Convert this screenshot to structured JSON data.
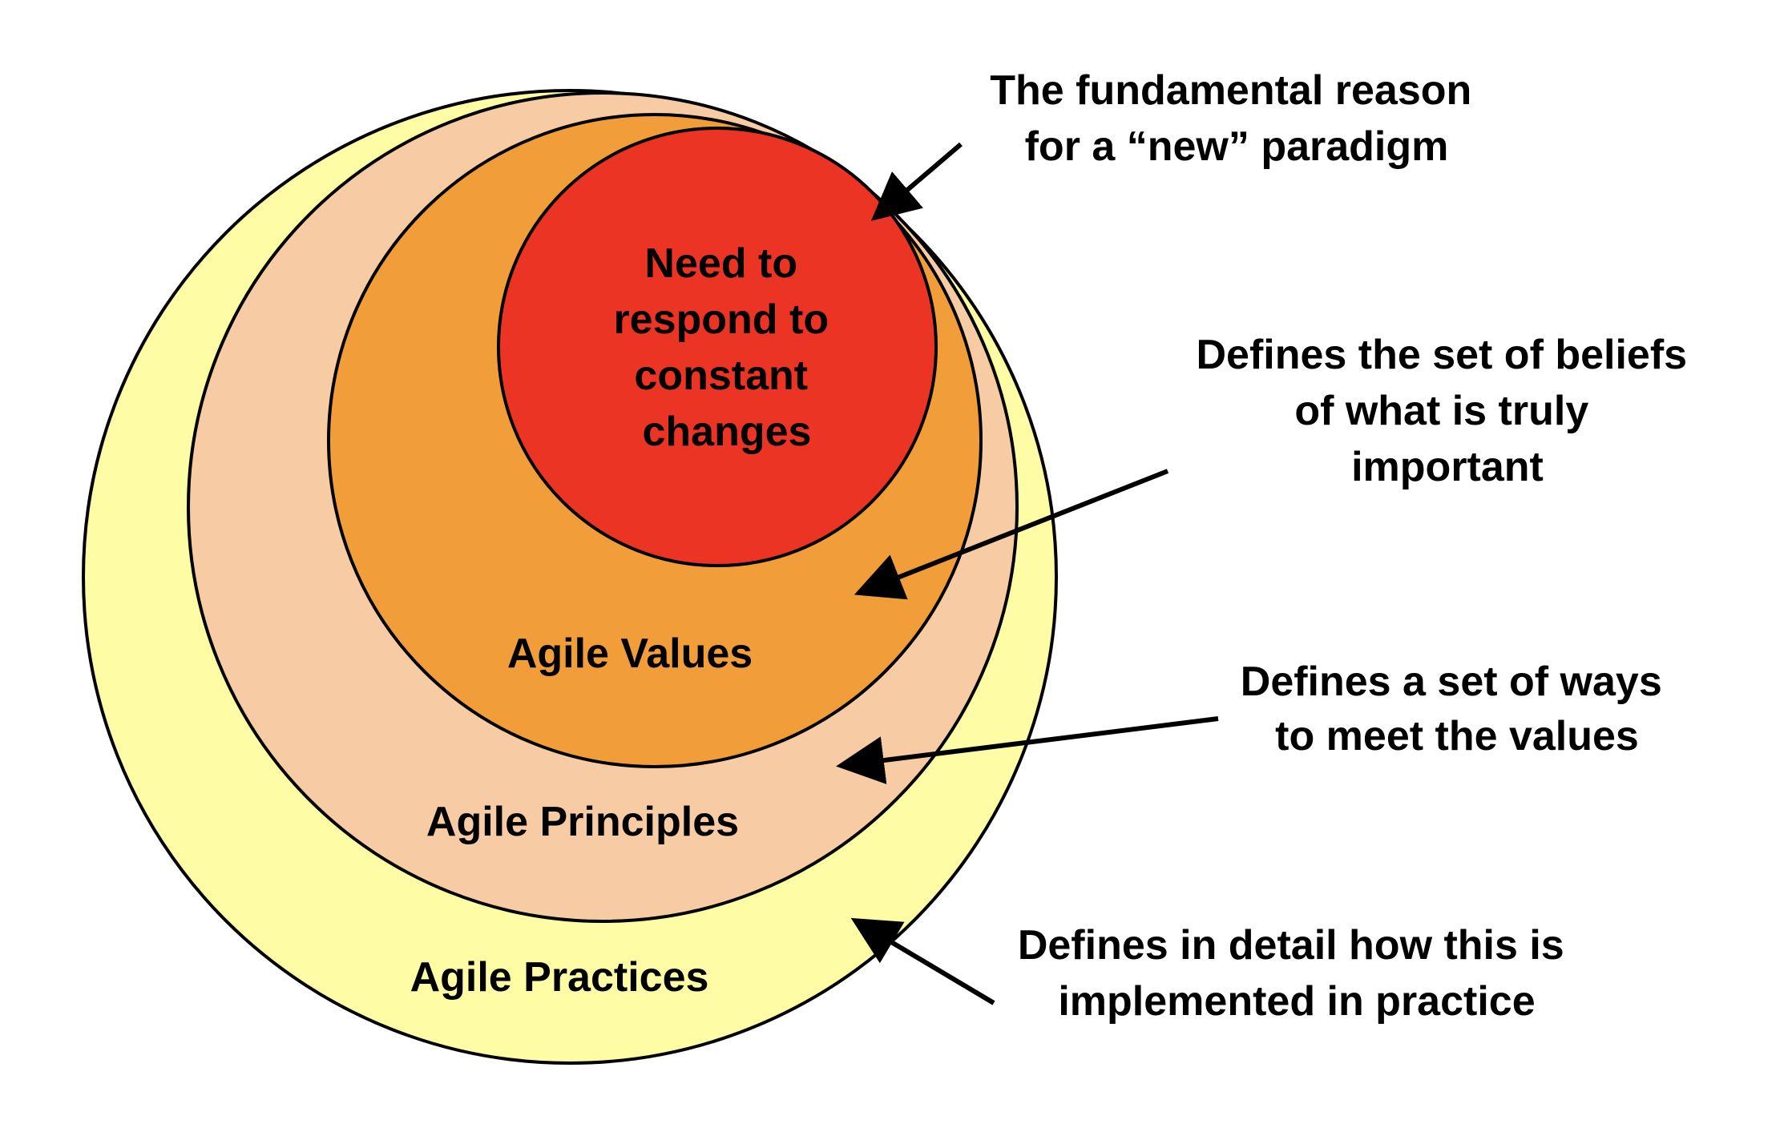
{
  "colors": {
    "practices": "#FFFCA6",
    "principles": "#F7CCA4",
    "values": "#F19E3A",
    "need": "#EC3424",
    "stroke": "#000000",
    "text": "#000000",
    "background": "#FFFFFF"
  },
  "circles": {
    "need": {
      "label_lines": [
        "Need to",
        "respond to",
        "constant",
        "changes"
      ]
    },
    "values": {
      "label": "Agile Values"
    },
    "principles": {
      "label": "Agile Principles"
    },
    "practices": {
      "label": "Agile Practices"
    }
  },
  "annotations": {
    "reason": {
      "lines": [
        "The fundamental reason",
        "for a “new” paradigm"
      ]
    },
    "beliefs": {
      "lines": [
        "Defines the set of beliefs",
        "of what is truly",
        "important"
      ]
    },
    "ways": {
      "lines": [
        "Defines a set of ways",
        "to meet the values"
      ]
    },
    "detail": {
      "lines": [
        "Defines in detail how this is",
        "implemented in practice"
      ]
    }
  }
}
